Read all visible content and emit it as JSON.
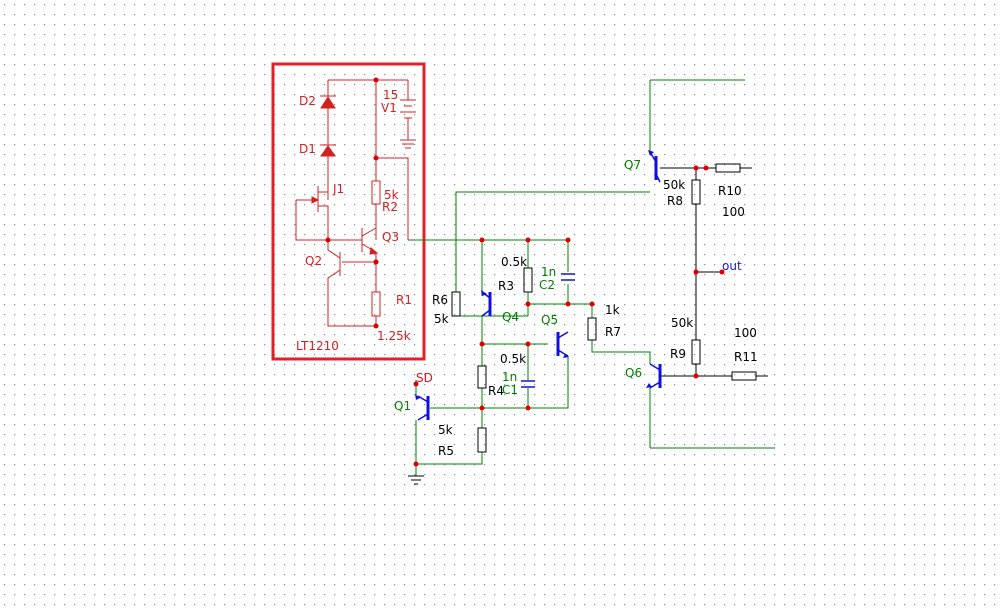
{
  "colors": {
    "background": "#ffffff",
    "grid_dot": "#8a8a8a",
    "highlight_box": "#e0202a",
    "subcircuit": "#d42020",
    "wire_green": "#008000",
    "wire_black": "#000000",
    "transistor_blue": "#1010dd",
    "node_dot": "#dd0000",
    "label_black": "#000000",
    "label_green": "#008000",
    "label_blue": "#1a1acc"
  },
  "subcircuit": {
    "name": "LT1210",
    "d2": "D2",
    "d1": "D1",
    "v1_value": "15",
    "v1_name": "V1",
    "j1": "J1",
    "r2_value": "5k",
    "r2_name": "R2",
    "q3": "Q3",
    "q2": "Q2",
    "r1_name": "R1",
    "r1_value": "1.25k"
  },
  "components": {
    "sd": "SD",
    "q1": "Q1",
    "r5_value": "5k",
    "r5_name": "R5",
    "r4_name": "R4",
    "r4_value": "0.5k",
    "c1_value": "1n",
    "c1_name": "C1",
    "r6_name": "R6",
    "r6_value": "5k",
    "r3_value": "0.5k",
    "r3_name": "R3",
    "c2_value": "1n",
    "c2_name": "C2",
    "q4": "Q4",
    "q5": "Q5",
    "r7_value": "1k",
    "r7_name": "R7",
    "q7": "Q7",
    "r8_value": "50k",
    "r8_name": "R8",
    "r10_name": "R10",
    "r10_value": "100",
    "out": "out",
    "r9_value": "50k",
    "r9_name": "R9",
    "r11_value": "100",
    "r11_name": "R11",
    "q6": "Q6"
  }
}
